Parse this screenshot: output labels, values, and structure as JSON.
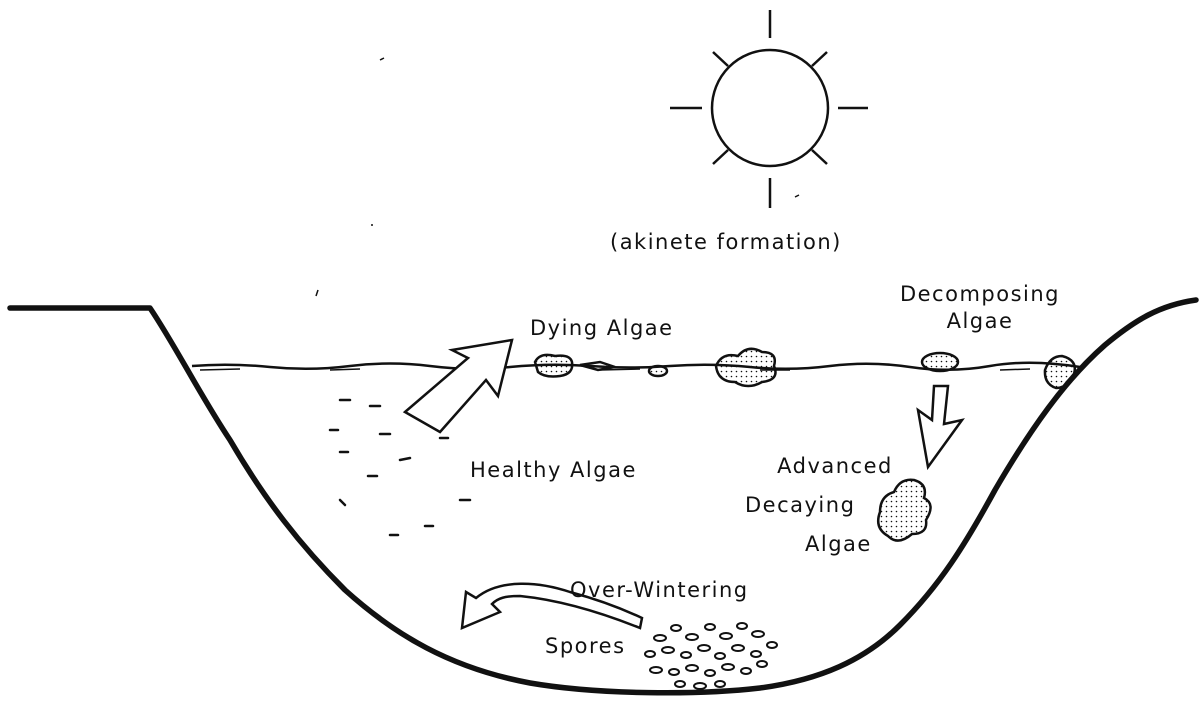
{
  "labels": {
    "akinete": "(akinete formation)",
    "decomposing_line1": "Decomposing",
    "decomposing_line2": "Algae",
    "dying": "Dying Algae",
    "healthy": "Healthy Algae",
    "advanced_line1": "Advanced",
    "advanced_line2": "Decaying",
    "advanced_line3": "Algae",
    "overwintering": "Over-Wintering",
    "spores": "Spores"
  },
  "icons": {
    "sun": "sun-icon",
    "up_arrow": "arrow-up-icon",
    "down_arrow": "arrow-down-icon",
    "curved_arrow": "curved-arrow-icon",
    "spore_cluster": "spores-icon"
  },
  "colors": {
    "ink": "#111111",
    "background": "#ffffff"
  }
}
